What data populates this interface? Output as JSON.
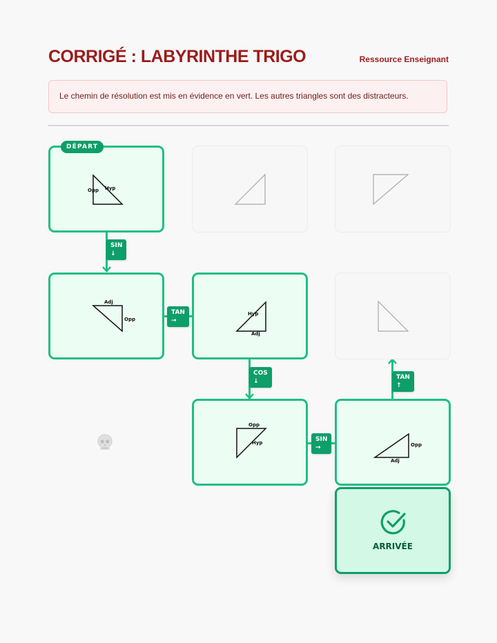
{
  "header": {
    "title": "CORRIGÉ : LABYRINTHE TRIGO",
    "subtitle": "Ressource Enseignant"
  },
  "info": {
    "text": "Le chemin de résolution est mis en évidence en vert. Les autres triangles sont des distracteurs."
  },
  "maze": {
    "start_label": "DÉPART",
    "finish_label": "ARRIVÉE",
    "cells": [
      {
        "id": "r1c1",
        "state": "path",
        "labels": [
          "Hyp",
          "Opp"
        ]
      },
      {
        "id": "r1c2",
        "state": "distractor",
        "labels": []
      },
      {
        "id": "r1c3",
        "state": "distractor",
        "labels": []
      },
      {
        "id": "r2c1",
        "state": "path",
        "labels": [
          "Adj",
          "Opp"
        ]
      },
      {
        "id": "r2c2",
        "state": "path",
        "labels": [
          "Hyp",
          "Adj"
        ]
      },
      {
        "id": "r2c3",
        "state": "distractor",
        "labels": []
      },
      {
        "id": "r3c2",
        "state": "path",
        "labels": [
          "Opp",
          "Hyp"
        ]
      },
      {
        "id": "r3c3",
        "state": "path",
        "labels": [
          "Opp",
          "Adj"
        ]
      }
    ],
    "steps": [
      {
        "op": "SIN",
        "arrow": "↓"
      },
      {
        "op": "TAN",
        "arrow": "→"
      },
      {
        "op": "COS",
        "arrow": "↓"
      },
      {
        "op": "SIN",
        "arrow": "→"
      },
      {
        "op": "TAN",
        "arrow": "↑"
      }
    ]
  },
  "colors": {
    "title": "#9b1c1c",
    "path_border": "#1dbf85",
    "path_fill": "#ecfdf3",
    "badge": "#0e9e6a",
    "finish_fill": "#d3f8e6"
  },
  "icons": {
    "finish": "check-circle-icon",
    "dead_end": "skull-icon"
  }
}
